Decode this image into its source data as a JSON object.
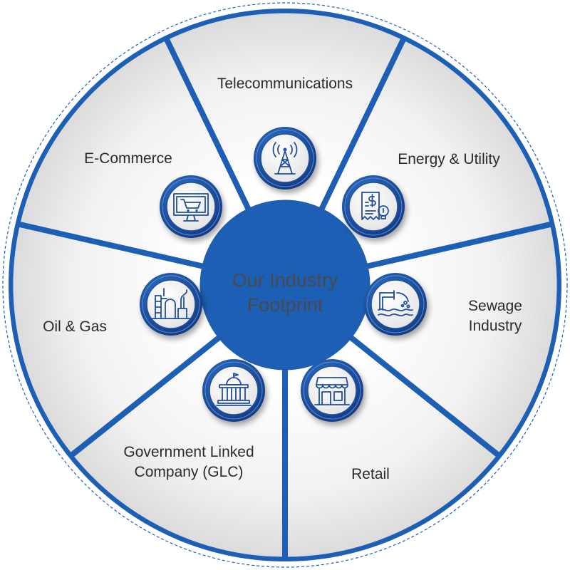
{
  "diagram": {
    "center": {
      "line1": "Our Industry",
      "line2": "Footprint"
    },
    "segments": [
      {
        "key": "telecom",
        "lines": [
          "Telecommunications"
        ],
        "icon": "radio-tower-icon"
      },
      {
        "key": "energy",
        "lines": [
          "Energy & Utility"
        ],
        "icon": "utility-bill-icon"
      },
      {
        "key": "sewage",
        "lines": [
          "Sewage",
          "Industry"
        ],
        "icon": "sewage-pipe-icon"
      },
      {
        "key": "retail",
        "lines": [
          "Retail"
        ],
        "icon": "storefront-icon"
      },
      {
        "key": "glc",
        "lines": [
          "Government Linked",
          "Company (GLC)"
        ],
        "icon": "government-building-icon"
      },
      {
        "key": "oilgas",
        "lines": [
          "Oil & Gas"
        ],
        "icon": "refinery-icon"
      },
      {
        "key": "ecommerce",
        "lines": [
          "E-Commerce"
        ],
        "icon": "shopping-cart-monitor-icon"
      }
    ]
  },
  "colors": {
    "ring_blue": "#1d5fb4",
    "dark_blue": "#173f8a",
    "icon_stroke": "#1f4fa0",
    "segment_light": "#f4f4f4",
    "segment_shade": "#dadada"
  }
}
